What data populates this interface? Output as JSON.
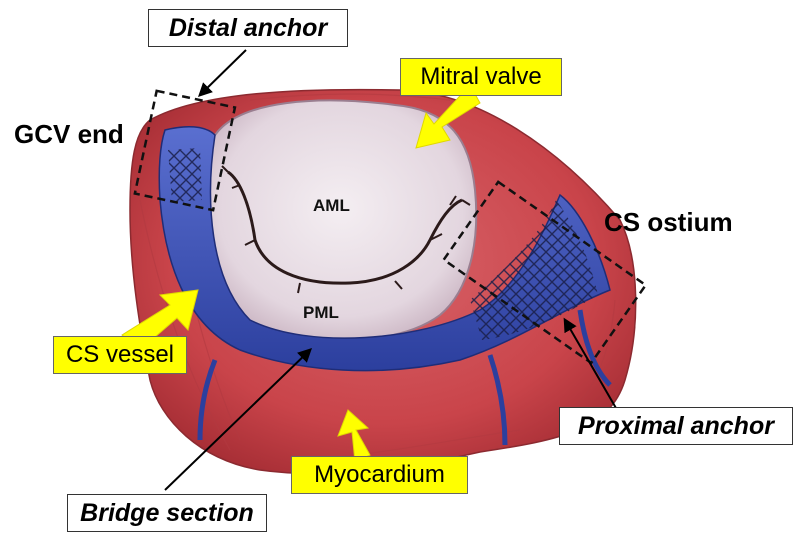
{
  "labels": {
    "distal_anchor": "Distal anchor",
    "mitral_valve": "Mitral valve",
    "gcv_end": "GCV end",
    "aml": "AML",
    "cs_ostium": "CS ostium",
    "pml": "PML",
    "cs_vessel": "CS vessel",
    "proximal_anchor": "Proximal anchor",
    "myocardium": "Myocardium",
    "bridge_section": "Bridge section"
  },
  "colors": {
    "myocardium": "#cc4a4e",
    "vessel": "#3f55b8",
    "valve": "#e8dfe6",
    "callout_fill": "#ffff00",
    "arrow": "#ffff00"
  }
}
